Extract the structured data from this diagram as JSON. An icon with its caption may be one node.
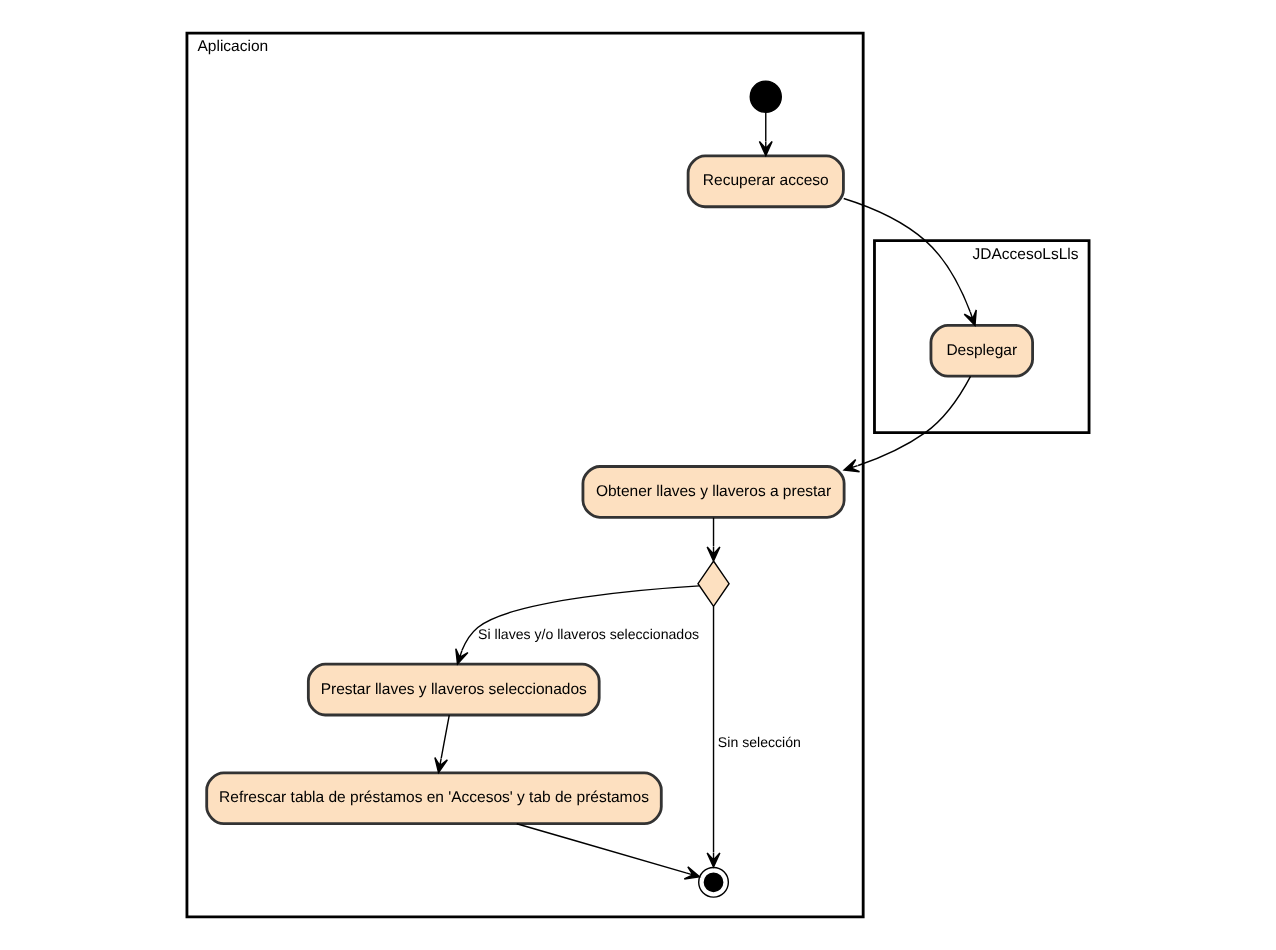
{
  "diagram": {
    "nodes": [
      {
        "text": [
          "Aplicacion"
        ]
      },
      {
        "text": [
          "JDAccesoLsLls"
        ]
      },
      {
        "text": [],
        "shape": "circle",
        "in": 0
      },
      {
        "text": [
          "Recuperar acceso"
        ],
        "in": 0
      },
      {
        "text": [
          "Desplegar"
        ],
        "in": 1
      },
      {
        "text": [
          "Obtener llaves y llaveros a prestar"
        ],
        "in": 0
      },
      {
        "text": [],
        "shape": "diamond",
        "in": 0
      },
      {
        "text": [
          "Prestar llaves y llaveros seleccionados"
        ],
        "in": 0
      },
      {
        "text": [
          "Refrescar tabla de préstamos en 'Accesos' y tab de préstamos"
        ],
        "in": 0
      },
      {
        "text": [],
        "shape": "circle",
        "in": 0
      }
    ],
    "edges": [
      {
        "from": 2,
        "to": 3,
        "arrow": "to"
      },
      {
        "from": 3,
        "to": 4,
        "arrow": "to"
      },
      {
        "from": 4,
        "to": 5,
        "arrow": "to"
      },
      {
        "from": 5,
        "to": 6,
        "arrow": "to"
      },
      {
        "from": 6,
        "to": 7,
        "arrow": "to",
        "label": "Si llaves y/o llaveros seleccionados"
      },
      {
        "from": 7,
        "to": 8,
        "arrow": "to"
      },
      {
        "from": 6,
        "to": 9,
        "arrow": "to",
        "label": "Sin selección"
      },
      {
        "from": 8,
        "to": 9,
        "arrow": "to"
      }
    ]
  }
}
